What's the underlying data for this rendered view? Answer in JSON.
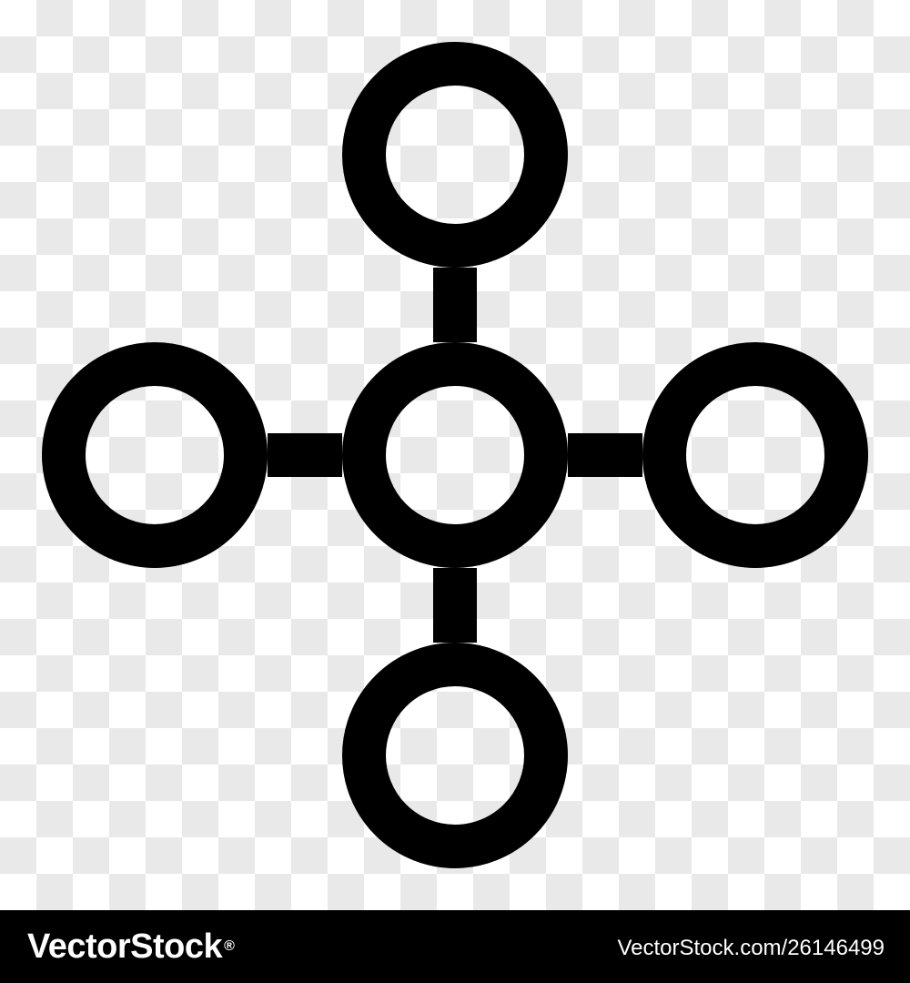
{
  "image": {
    "subject": "hub-and-spoke network icon",
    "icon": "network-node-icon",
    "colors": {
      "icon": "#000000",
      "checker_light": "#ffffff",
      "checker_dark": "#e9e9e9",
      "footer_bg": "#000000",
      "footer_text": "#ffffff"
    }
  },
  "footer": {
    "brand": "VectorStock",
    "brand_mark": "®",
    "credit": "VectorStock.com/26146499"
  }
}
